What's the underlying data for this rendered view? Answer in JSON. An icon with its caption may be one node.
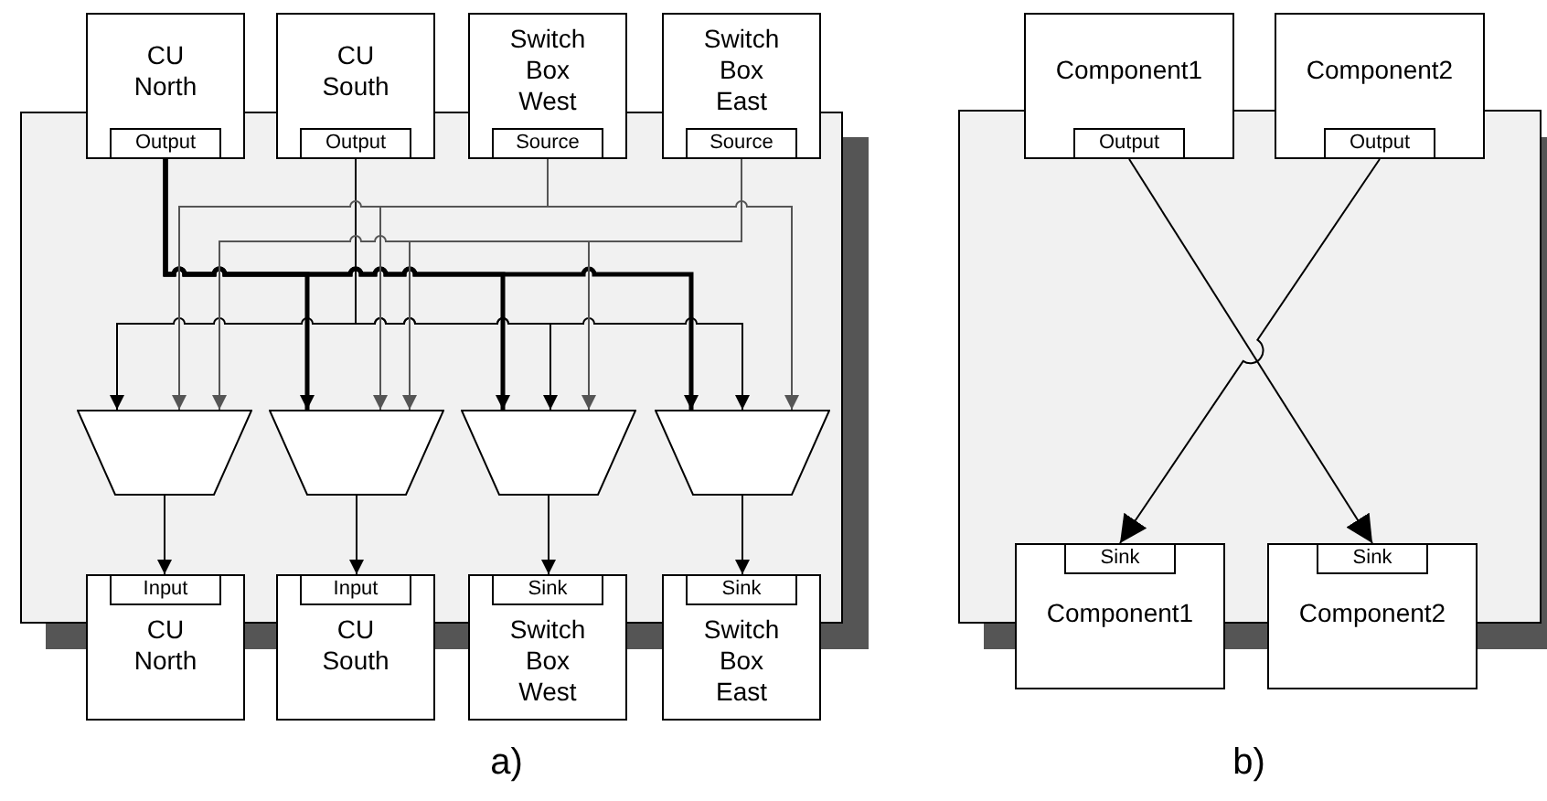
{
  "diagram": {
    "nodes": [
      {
        "text": [
          "CU North"
        ]
      },
      {
        "text": [
          "Output"
        ],
        "in": 0
      },
      {
        "text": [
          "CU South"
        ]
      },
      {
        "text": [
          "Output"
        ],
        "in": 2
      },
      {
        "text": [
          "Switch Box West"
        ]
      },
      {
        "text": [
          "Source"
        ],
        "in": 4
      },
      {
        "text": [
          "Switch Box East"
        ]
      },
      {
        "text": [
          "Source"
        ],
        "in": 6
      },
      {
        "text": [
          "Component1"
        ]
      },
      {
        "text": [
          "Output"
        ],
        "in": 8
      },
      {
        "text": [
          "Component2"
        ]
      },
      {
        "text": [
          "Output"
        ],
        "in": 10
      },
      {
        "text": [],
        "shape": "trapezoid"
      },
      {
        "text": [],
        "shape": "trapezoid"
      },
      {
        "text": [],
        "shape": "trapezoid"
      },
      {
        "text": [],
        "shape": "trapezoid"
      },
      {
        "text": [
          "CU North"
        ]
      },
      {
        "text": [
          "Input"
        ],
        "in": 16
      },
      {
        "text": [
          "CU South"
        ]
      },
      {
        "text": [
          "Input"
        ],
        "in": 18
      },
      {
        "text": [
          "Switch Box West"
        ]
      },
      {
        "text": [
          "Sink"
        ],
        "in": 20
      },
      {
        "text": [
          "Switch Box East"
        ]
      },
      {
        "text": [
          "Sink"
        ],
        "in": 22
      },
      {
        "text": [
          "Component1"
        ]
      },
      {
        "text": [
          "Sink"
        ],
        "in": 24
      },
      {
        "text": [
          "Component2"
        ]
      },
      {
        "text": [
          "Sink"
        ],
        "in": 26
      }
    ],
    "edges": [
      {
        "from": 1,
        "to": 13,
        "arrow": "to",
        "style": "thick"
      },
      {
        "from": 1,
        "to": 14,
        "arrow": "to",
        "style": "thick"
      },
      {
        "from": 1,
        "to": 15,
        "arrow": "to",
        "style": "thick"
      },
      {
        "from": 3,
        "to": 12,
        "arrow": "to"
      },
      {
        "from": 3,
        "to": 14,
        "arrow": "to"
      },
      {
        "from": 3,
        "to": 15,
        "arrow": "to"
      },
      {
        "from": 5,
        "to": 12,
        "arrow": "to",
        "color": "#555555"
      },
      {
        "from": 5,
        "to": 13,
        "arrow": "to",
        "color": "#555555"
      },
      {
        "from": 5,
        "to": 15,
        "arrow": "to",
        "color": "#555555"
      },
      {
        "from": 7,
        "to": 12,
        "arrow": "to",
        "color": "#555555"
      },
      {
        "from": 7,
        "to": 13,
        "arrow": "to",
        "color": "#555555"
      },
      {
        "from": 7,
        "to": 14,
        "arrow": "to",
        "color": "#555555"
      },
      {
        "from": 12,
        "to": 17,
        "arrow": "to"
      },
      {
        "from": 13,
        "to": 19,
        "arrow": "to"
      },
      {
        "from": 14,
        "to": 21,
        "arrow": "to"
      },
      {
        "from": 15,
        "to": 23,
        "arrow": "to"
      },
      {
        "from": 9,
        "to": 27,
        "arrow": "to"
      },
      {
        "from": 11,
        "to": 25,
        "arrow": "to"
      }
    ],
    "labels": [
      "a)",
      "b)"
    ]
  }
}
